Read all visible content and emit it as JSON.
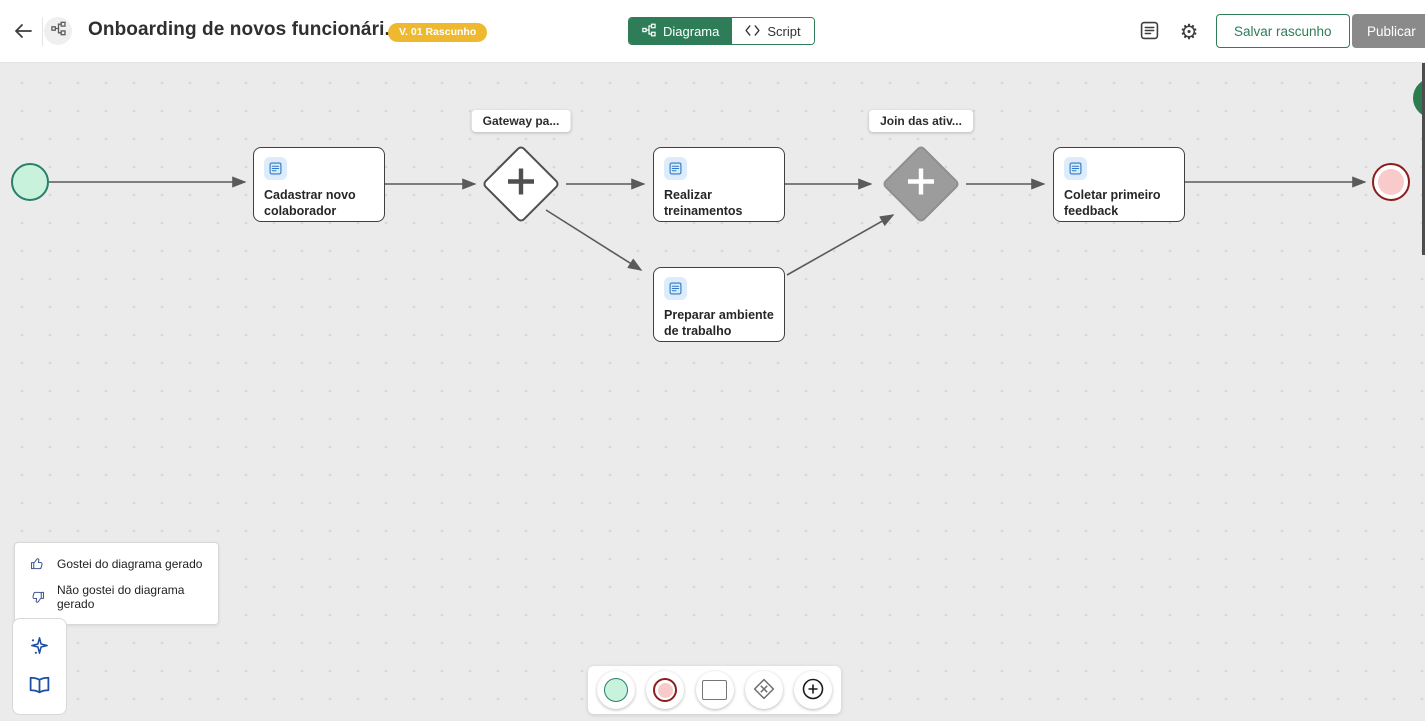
{
  "header": {
    "title": "Onboarding de novos funcionári...",
    "version_badge": "V. 01 Rascunho",
    "tabs": {
      "diagram": "Diagrama",
      "script": "Script"
    },
    "save_draft_button": "Salvar rascunho",
    "publish_button": "Publicar"
  },
  "diagram": {
    "start_event": {
      "type": "start-event"
    },
    "end_event": {
      "type": "end-event"
    },
    "tasks": [
      {
        "label": "Cadastrar novo colaborador"
      },
      {
        "label": "Realizar treinamentos"
      },
      {
        "label": "Preparar ambiente de trabalho"
      },
      {
        "label": "Coletar primeiro feedback"
      }
    ],
    "gateways": [
      {
        "label": "Gateway pa...",
        "variant": "parallel-split",
        "fill": "white"
      },
      {
        "label": "Join das ativ...",
        "variant": "parallel-join",
        "fill": "gray"
      }
    ]
  },
  "feedback_panel": {
    "like_label": "Gostei do diagrama gerado",
    "dislike_label": "Não gostei do diagrama gerado"
  },
  "icons": {
    "back": "arrow-left",
    "process_avatar": "workflow-nodes",
    "diagram_tab": "workflow-nodes",
    "script_tab": "code-brackets",
    "notes": "document-lines",
    "settings": "⚙",
    "like": "thumb-up",
    "dislike": "thumb-down",
    "ai_generate": "sparkles",
    "documentation": "open-book",
    "palette_add": "plus-circle",
    "palette_gateway": "diamond-x"
  },
  "colors": {
    "accent_green": "#2e7d58",
    "badge_amber": "#eeb92f",
    "publish_gray": "#8a8a8a",
    "start_event_fill": "#c9f2dd",
    "start_event_border": "#2a7f6a",
    "end_event_fill": "#f9caca",
    "end_event_border": "#8c1d1d",
    "task_icon_blue": "#3078c8",
    "feedback_icon_blue": "#3f5796",
    "rail_icon_blue": "#1d4ea3",
    "fab_green": "#2b7d4f",
    "canvas_bg": "#ebebeb",
    "edge_gray": "#5a5a5a"
  }
}
